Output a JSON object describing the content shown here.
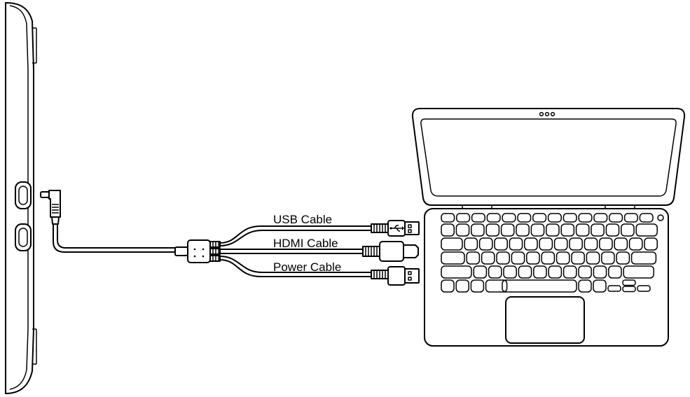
{
  "labels": {
    "usb": "USB Cable",
    "hdmi": "HDMI Cable",
    "power": "Power Cable"
  },
  "icons": {
    "usb_symbol": "usb-icon"
  },
  "colors": {
    "line": "#000000",
    "background": "#ffffff"
  }
}
